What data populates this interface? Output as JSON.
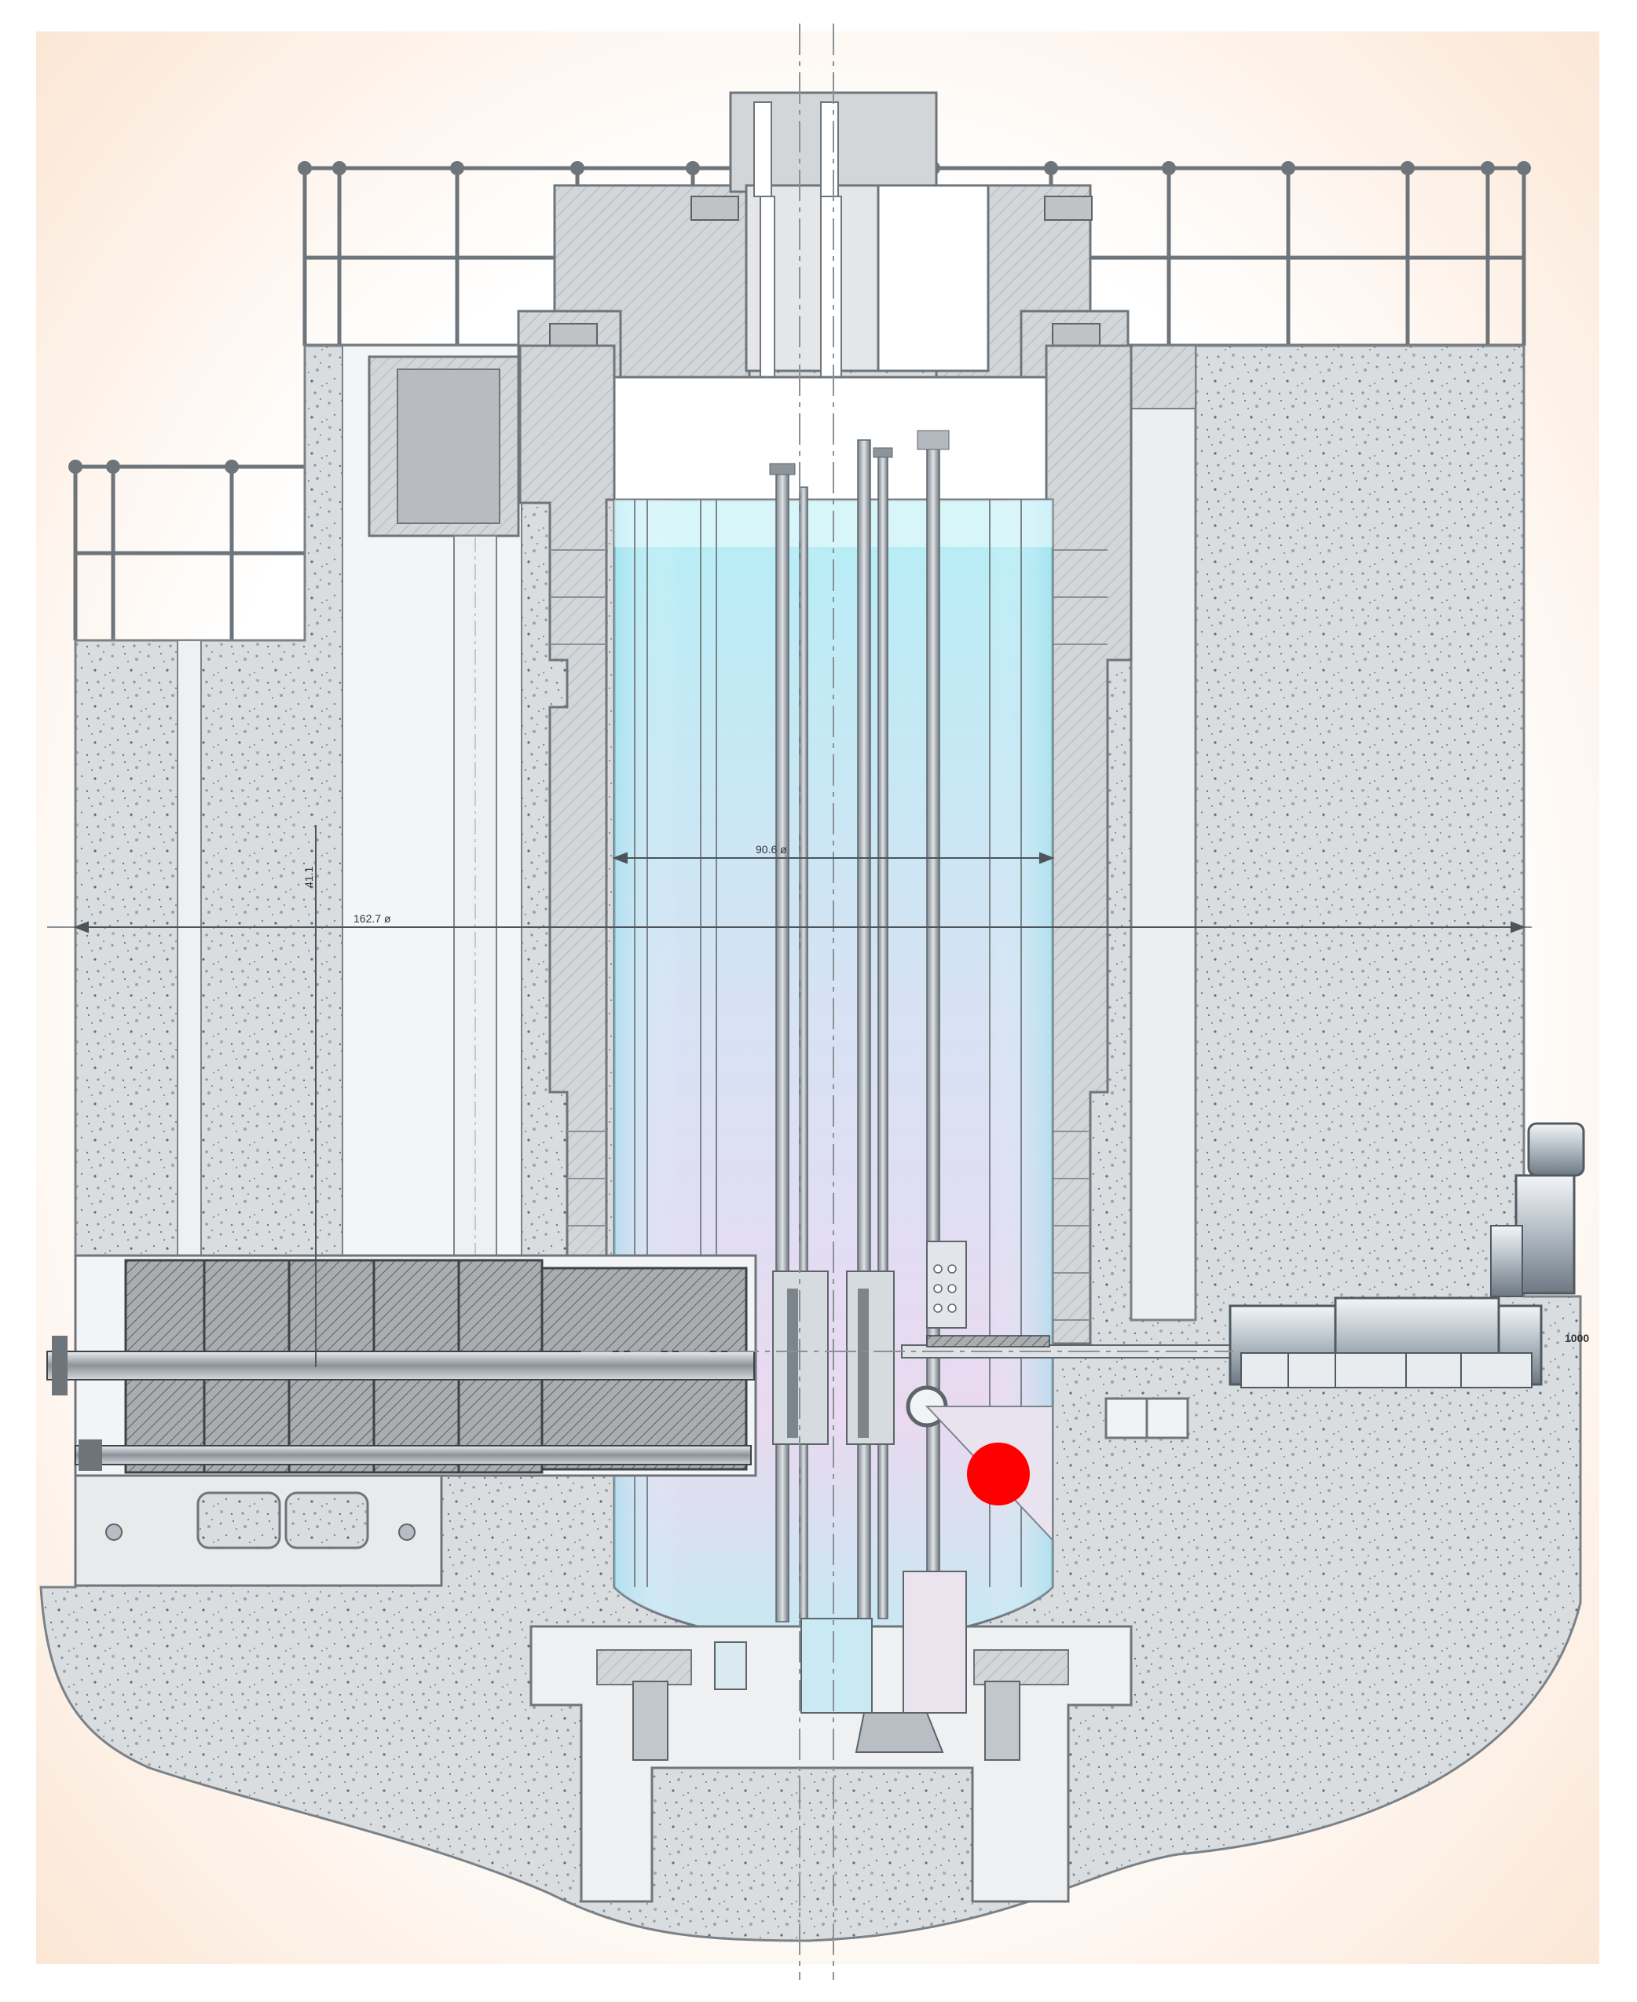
{
  "diagram": {
    "labels": {
      "inner_diameter": "90.6 ø",
      "outer_diameter": "162.7 ø",
      "vertical_dimension": "41.1",
      "side_value": "1000"
    },
    "marker": {
      "color": "#ff0000",
      "name": "red-marker"
    },
    "colors": {
      "background_tint": "#fde9d9",
      "concrete": "#d4d8dc",
      "steel": "#c8cbce",
      "pool_water_top": "#b8eef5",
      "pool_water_bottom": "#e7d6f0"
    }
  }
}
